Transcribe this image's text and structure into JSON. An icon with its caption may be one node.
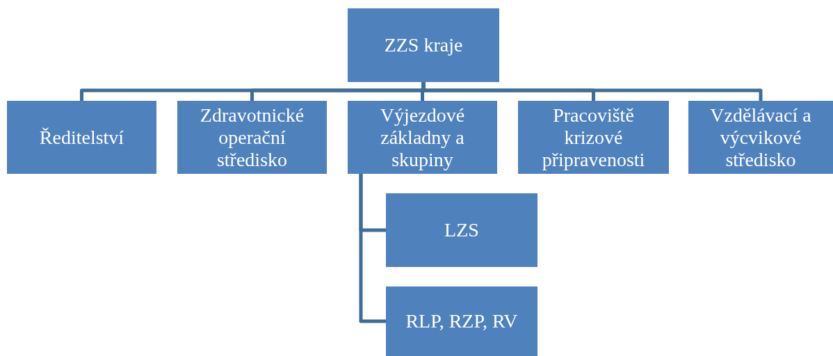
{
  "diagram": {
    "nodes": [
      {
        "text": [
          "ZZS kraje"
        ]
      },
      {
        "text": [
          "Ředitelství"
        ]
      },
      {
        "text": [
          "Zdravotnické operační středisko"
        ]
      },
      {
        "text": [
          "Výjezdové základny a skupiny"
        ]
      },
      {
        "text": [
          "Pracoviště krizové připravenosti"
        ]
      },
      {
        "text": [
          "Vzdělávací a výcvikové středisko"
        ]
      },
      {
        "text": [
          "LZS"
        ]
      },
      {
        "text": [
          "RLP, RZP, RV"
        ]
      }
    ],
    "edges": [
      {
        "from": 0,
        "to": 1,
        "arrow": "none"
      },
      {
        "from": 0,
        "to": 2,
        "arrow": "none"
      },
      {
        "from": 0,
        "to": 3,
        "arrow": "none"
      },
      {
        "from": 0,
        "to": 4,
        "arrow": "none"
      },
      {
        "from": 0,
        "to": 5,
        "arrow": "none"
      },
      {
        "from": 3,
        "to": 6,
        "arrow": "none"
      },
      {
        "from": 3,
        "to": 7,
        "arrow": "none"
      }
    ]
  }
}
